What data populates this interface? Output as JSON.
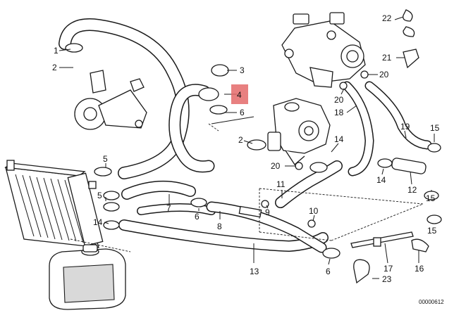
{
  "diagram": {
    "number": "00000612",
    "highlighted_label": "4",
    "highlight_color": "#e46a6a",
    "line_color": "#1a1a1a"
  },
  "labels": {
    "l1": "1",
    "l2a": "2",
    "l3": "3",
    "l4": "4",
    "l6a": "6",
    "l2b": "2",
    "l5a": "5",
    "l5b": "5",
    "l14a": "14",
    "l7": "7",
    "l6b": "6",
    "l8": "8",
    "l9": "9",
    "l13": "13",
    "l20a": "20",
    "l14b": "14",
    "l11": "11",
    "l10": "10",
    "l6c": "6",
    "l18": "18",
    "l20b": "20",
    "l20c": "20",
    "l21": "21",
    "l22": "22",
    "l19": "19",
    "l15a": "15",
    "l14c": "14",
    "l12": "12",
    "l15b": "15",
    "l15c": "15",
    "l17": "17",
    "l16": "16",
    "l23": "23"
  }
}
